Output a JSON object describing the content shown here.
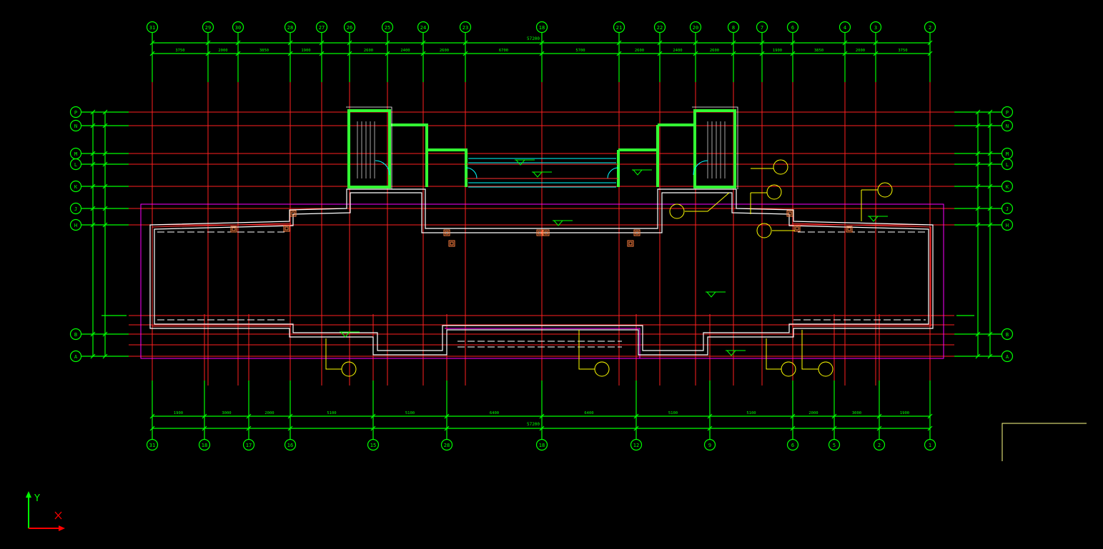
{
  "colors": {
    "background": "#000000",
    "axis_green": "#00ff00",
    "grid_red": "#ff2020",
    "wall_white": "#ffffff",
    "tag_yellow": "#ffff00",
    "outline_magenta": "#ff00ff",
    "cyan": "#00ffff",
    "ucs_red": "#ff0000",
    "ucs_green": "#00ff00"
  },
  "top_axes": [
    "31",
    "29",
    "30",
    "28",
    "27",
    "26",
    "25",
    "24",
    "23",
    "18",
    "21",
    "22",
    "20",
    "8",
    "7",
    "6",
    "4",
    "3",
    "2"
  ],
  "bottom_axes": [
    "31",
    "18",
    "17",
    "16",
    "15",
    "28",
    "18",
    "12",
    "9",
    "6",
    "5",
    "2",
    "1"
  ],
  "left_axes": [
    "P",
    "N",
    "M",
    "L",
    "K",
    "J",
    "H",
    "B",
    "A"
  ],
  "right_axes": [
    "P",
    "N",
    "M",
    "L",
    "K",
    "J",
    "H",
    "B",
    "A"
  ],
  "top_overall_dim": "57200",
  "bottom_overall_dim": "57200",
  "top_dims": [
    "3750",
    "2000",
    "3850",
    "1900",
    "2600",
    "2400",
    "2600",
    "6700",
    "5700",
    "2600",
    "2400",
    "2600",
    "1900",
    "3850",
    "2000",
    "3750"
  ],
  "bottom_dims": [
    "1900",
    "3000",
    "2000",
    "5100",
    "5100",
    "6400",
    "6400",
    "5100",
    "5100",
    "2000",
    "3000",
    "1900"
  ],
  "ucs": {
    "y_label": "Y",
    "x_label": "X",
    "x_icon": "x-mark-icon"
  }
}
